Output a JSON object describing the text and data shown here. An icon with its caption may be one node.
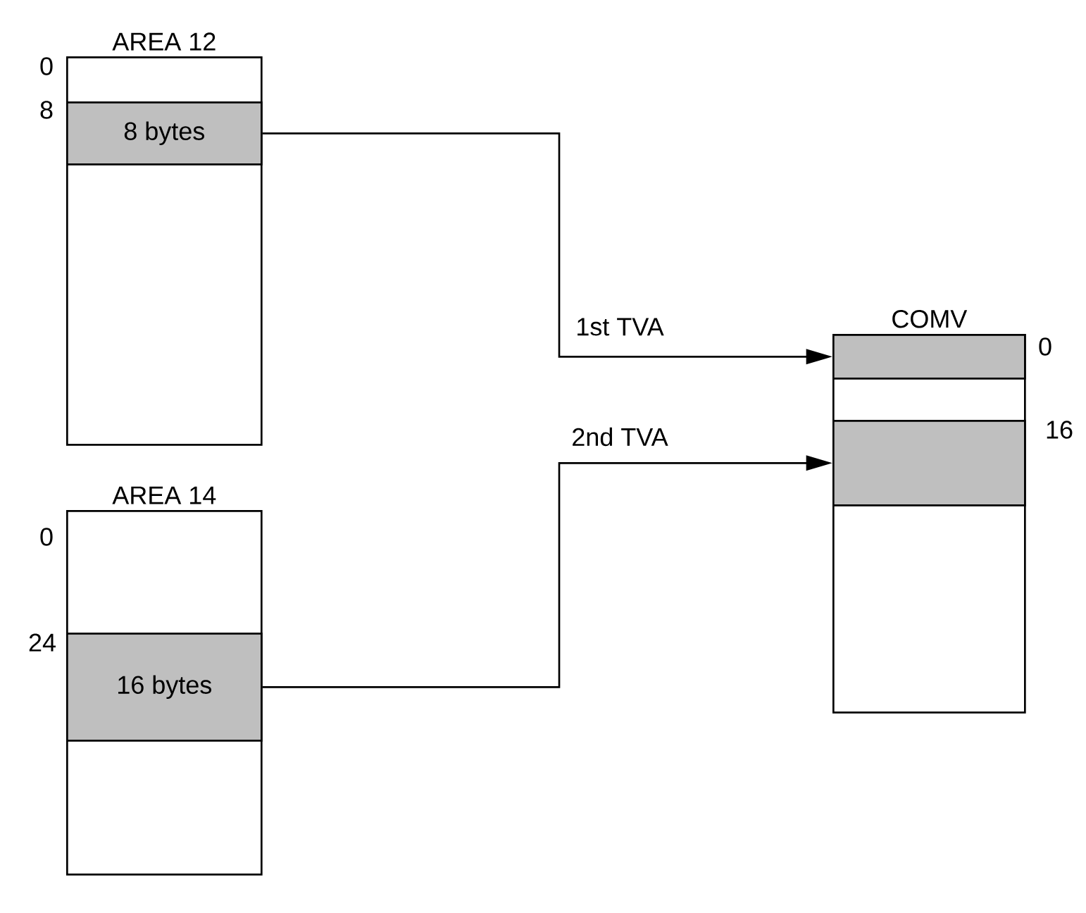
{
  "diagram": {
    "nodes": [
      {
        "text": [
          "AREA 12"
        ]
      },
      {
        "text": [
          "8 bytes"
        ],
        "in": 0
      },
      {
        "text": [
          "AREA 14"
        ]
      },
      {
        "text": [
          "16 bytes"
        ],
        "in": 2
      },
      {
        "text": [
          "COMV"
        ]
      },
      {
        "text": [],
        "shape": "bar",
        "in": 4
      },
      {
        "text": [],
        "shape": "bar",
        "in": 4
      }
    ],
    "edges": [
      {
        "from": 1,
        "to": 5,
        "arrow": "to",
        "label": "1st TVA"
      },
      {
        "from": 3,
        "to": 6,
        "arrow": "to",
        "label": "2nd TVA"
      }
    ],
    "labels": [
      "0",
      "8",
      "0",
      "24",
      "0",
      "16"
    ]
  }
}
